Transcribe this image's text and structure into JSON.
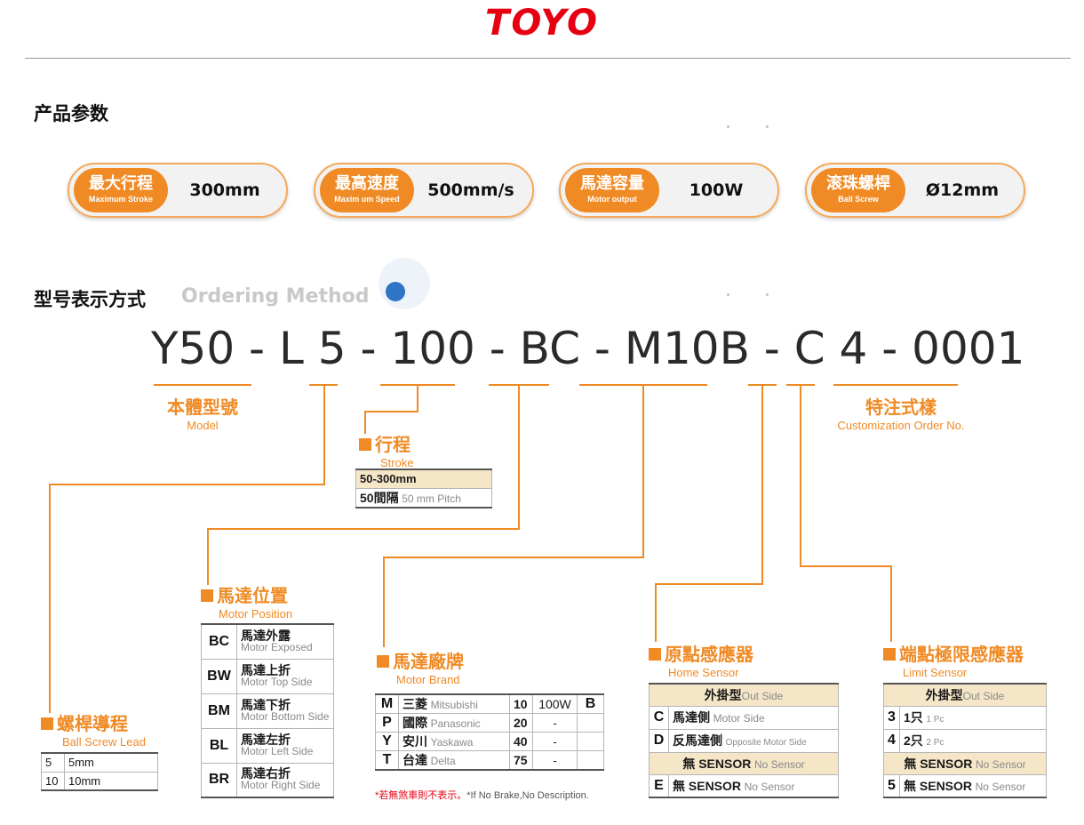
{
  "brand": {
    "logo_text": "TOYO"
  },
  "params": {
    "title": "产品参数",
    "pills": [
      {
        "zh": "最大行程",
        "en": "Maximum Stroke",
        "value": "300mm"
      },
      {
        "zh": "最高速度",
        "en": "Maxim um Speed",
        "value": "500mm/s"
      },
      {
        "zh": "馬達容量",
        "en": "Motor output",
        "value": "100W"
      },
      {
        "zh": "滚珠螺桿",
        "en": "Ball Screw",
        "value": "Ø12mm"
      }
    ]
  },
  "ordering": {
    "title": "型号表示方式",
    "subtitle": "Ordering Method",
    "model_code": "Y50 - L 5 - 100 - BC - M10B - C 4 - 0001",
    "model": {
      "zh": "本體型號",
      "en": "Model"
    },
    "custom": {
      "zh": "特注式樣",
      "en": "Customization Order No."
    },
    "stroke": {
      "zh": "行程",
      "en": "Stroke",
      "range": "50-300mm",
      "pitch_zh": "50間隔",
      "pitch_en": "50 mm Pitch"
    },
    "lead": {
      "zh": "螺桿導程",
      "en": "Ball Screw Lead",
      "rows": [
        {
          "code": "5",
          "value": "5mm"
        },
        {
          "code": "10",
          "value": "10mm"
        }
      ]
    },
    "motor_position": {
      "zh": "馬達位置",
      "en": "Motor Position",
      "rows": [
        {
          "code": "BC",
          "zh": "馬達外露",
          "en": "Motor Exposed"
        },
        {
          "code": "BW",
          "zh": "馬達上折",
          "en": "Motor Top Side"
        },
        {
          "code": "BM",
          "zh": "馬達下折",
          "en": "Motor Bottom Side"
        },
        {
          "code": "BL",
          "zh": "馬達左折",
          "en": "Motor Left Side"
        },
        {
          "code": "BR",
          "zh": "馬達右折",
          "en": "Motor Right Side"
        }
      ]
    },
    "motor_brand": {
      "zh": "馬達廠牌",
      "en": "Motor Brand",
      "rows": [
        {
          "code": "M",
          "zh": "三菱",
          "en": "Mitsubishi",
          "num": "10",
          "watt": "100W",
          "brake": "B"
        },
        {
          "code": "P",
          "zh": "國際",
          "en": "Panasonic",
          "num": "20",
          "watt": "-",
          "brake": ""
        },
        {
          "code": "Y",
          "zh": "安川",
          "en": "Yaskawa",
          "num": "40",
          "watt": "-",
          "brake": ""
        },
        {
          "code": "T",
          "zh": "台達",
          "en": "Delta",
          "num": "75",
          "watt": "-",
          "brake": ""
        }
      ],
      "note_red": "*若無煞車則不表示。",
      "note_en": "*If No Brake,No Description."
    },
    "home_sensor": {
      "zh": "原點感應器",
      "en": "Home Sensor",
      "band1_zh": "外掛型",
      "band1_en": "Out Side",
      "rows": [
        {
          "code": "C",
          "zh": "馬達側",
          "en": "Motor Side"
        },
        {
          "code": "D",
          "zh": "反馬達側",
          "en": "Opposite Motor Side"
        }
      ],
      "band2_zh": "無 SENSOR",
      "band2_en": "No Sensor",
      "last": {
        "code": "E",
        "zh": "無 SENSOR",
        "en": "No Sensor"
      }
    },
    "limit_sensor": {
      "zh": "端點極限感應器",
      "en": "Limit Sensor",
      "band1_zh": "外掛型",
      "band1_en": "Out Side",
      "rows": [
        {
          "code": "3",
          "zh": "1只",
          "en": "1 Pc"
        },
        {
          "code": "4",
          "zh": "2只",
          "en": "2 Pc"
        }
      ],
      "band2_zh": "無 SENSOR",
      "band2_en": "No Sensor",
      "last": {
        "code": "5",
        "zh": "無 SENSOR",
        "en": "No Sensor"
      }
    }
  }
}
